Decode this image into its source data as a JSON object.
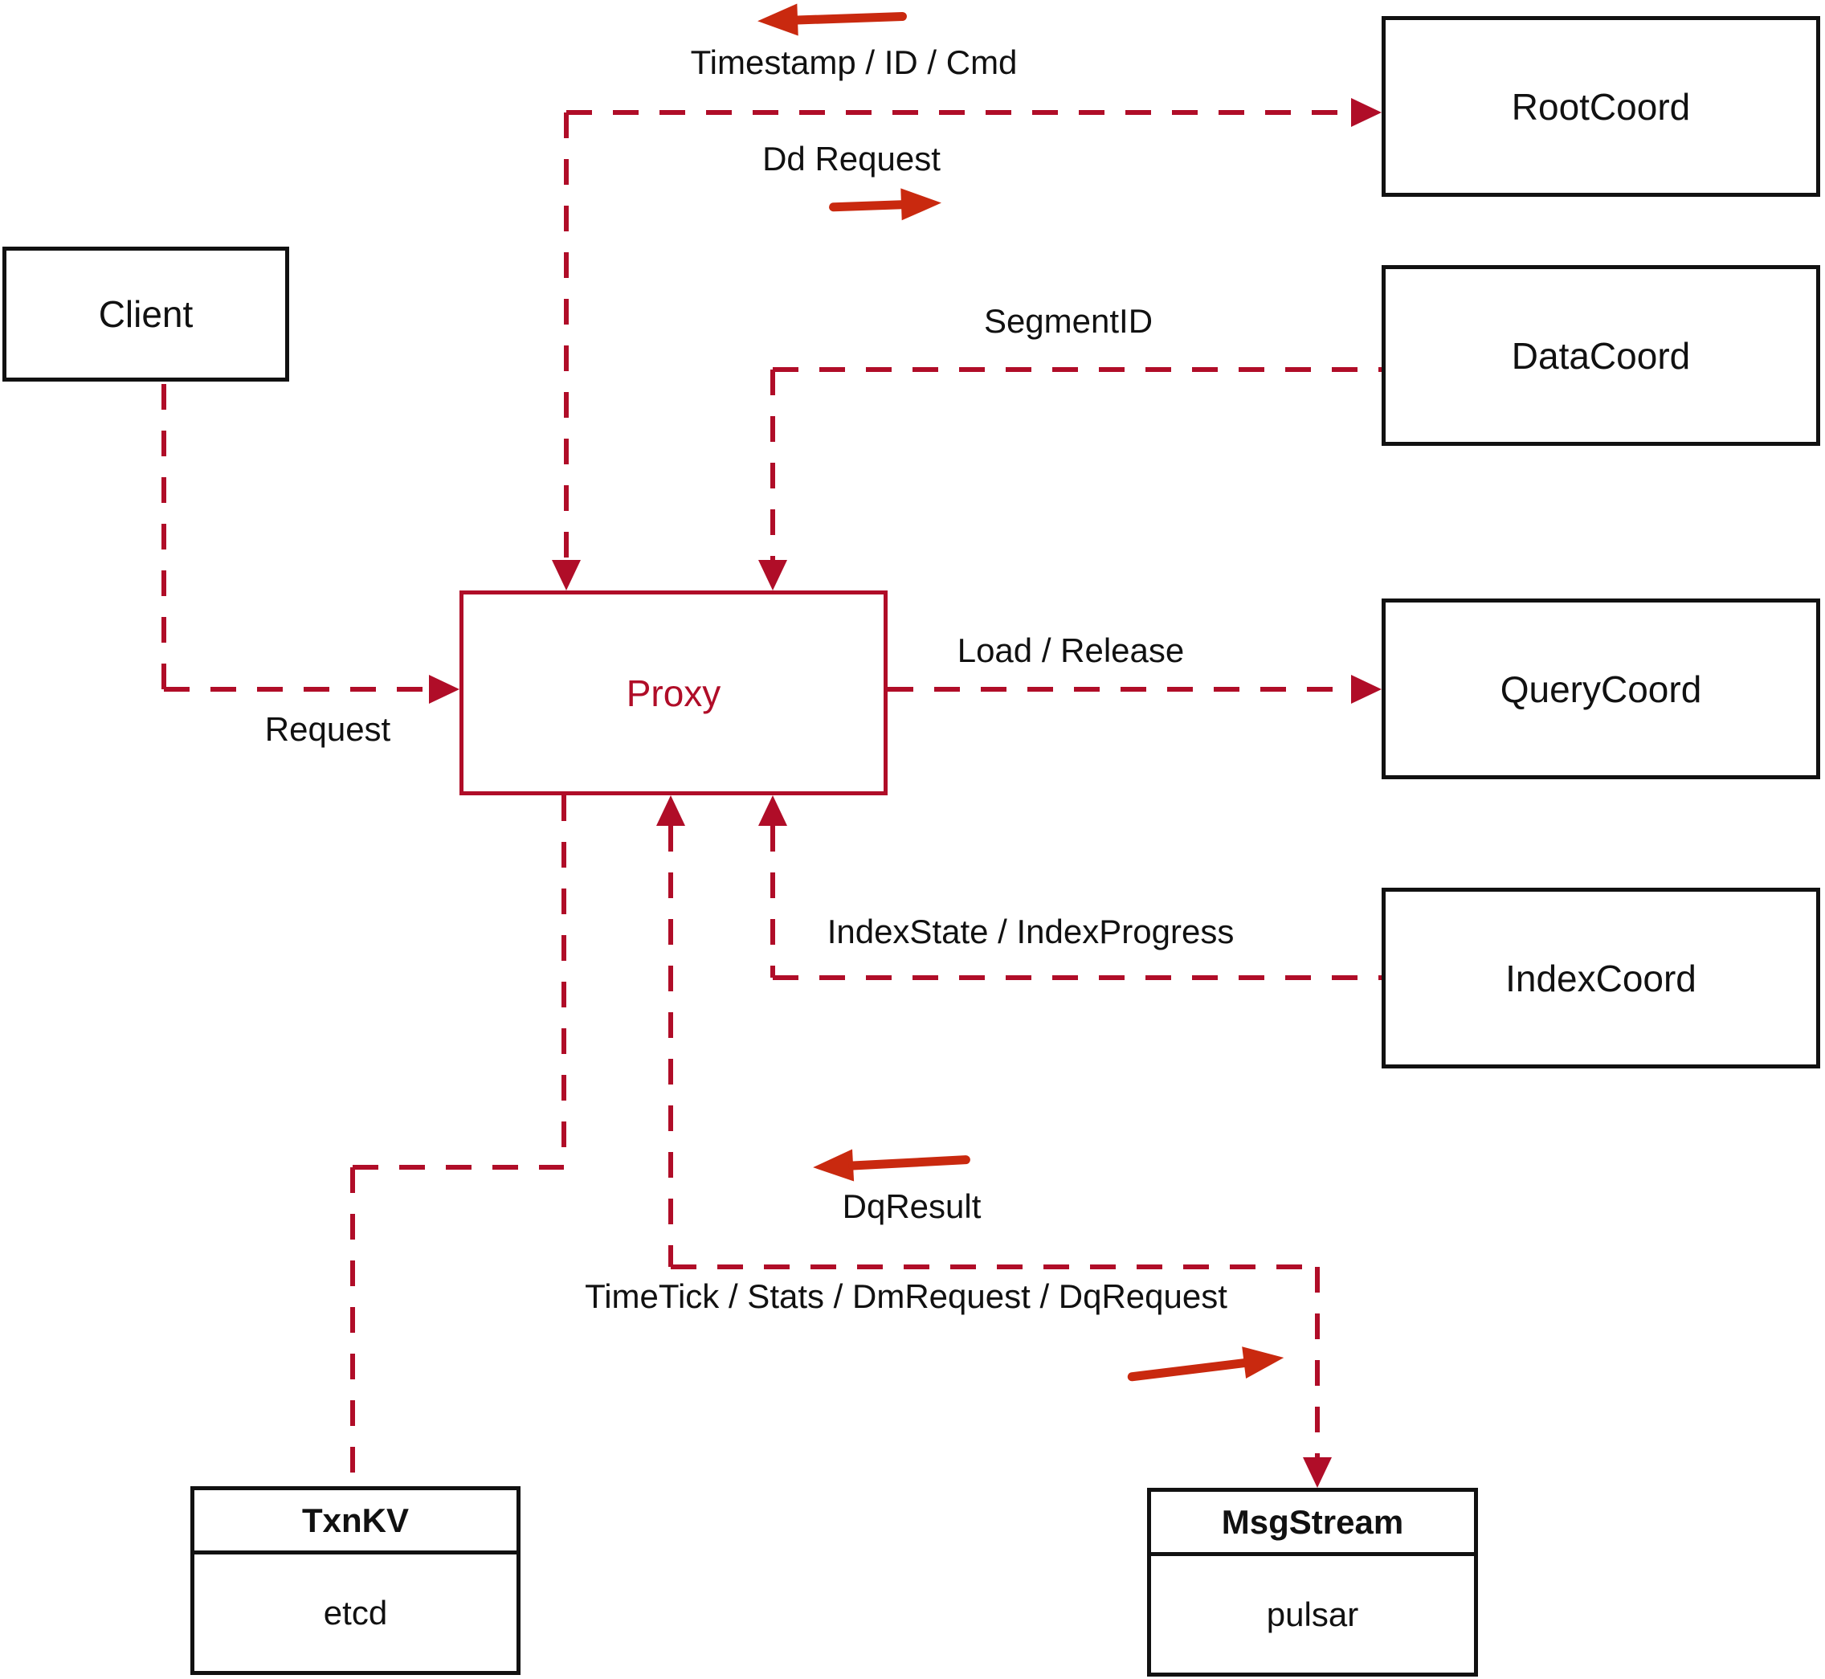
{
  "diagram": {
    "nodes": {
      "client": {
        "label": "Client"
      },
      "proxy": {
        "label": "Proxy"
      },
      "root_coord": {
        "label": "RootCoord"
      },
      "data_coord": {
        "label": "DataCoord"
      },
      "query_coord": {
        "label": "QueryCoord"
      },
      "index_coord": {
        "label": "IndexCoord"
      },
      "txnkv": {
        "title": "TxnKV",
        "impl": "etcd"
      },
      "msgstream": {
        "title": "MsgStream",
        "impl": "pulsar"
      }
    },
    "edge_labels": {
      "timestamp_id_cmd": "Timestamp / ID / Cmd",
      "dd_request": "Dd Request",
      "segment_id": "SegmentID",
      "request": "Request",
      "load_release": "Load / Release",
      "index_state": "IndexState / IndexProgress",
      "dq_result": "DqResult",
      "timetick": "TimeTick / Stats / DmRequest / DqRequest"
    },
    "colors": {
      "line": "#b00d28",
      "arrow": "#c9290f",
      "box_border": "#111111",
      "text": "#111111",
      "proxy": "#b00d28",
      "background": "#ffffff"
    }
  }
}
